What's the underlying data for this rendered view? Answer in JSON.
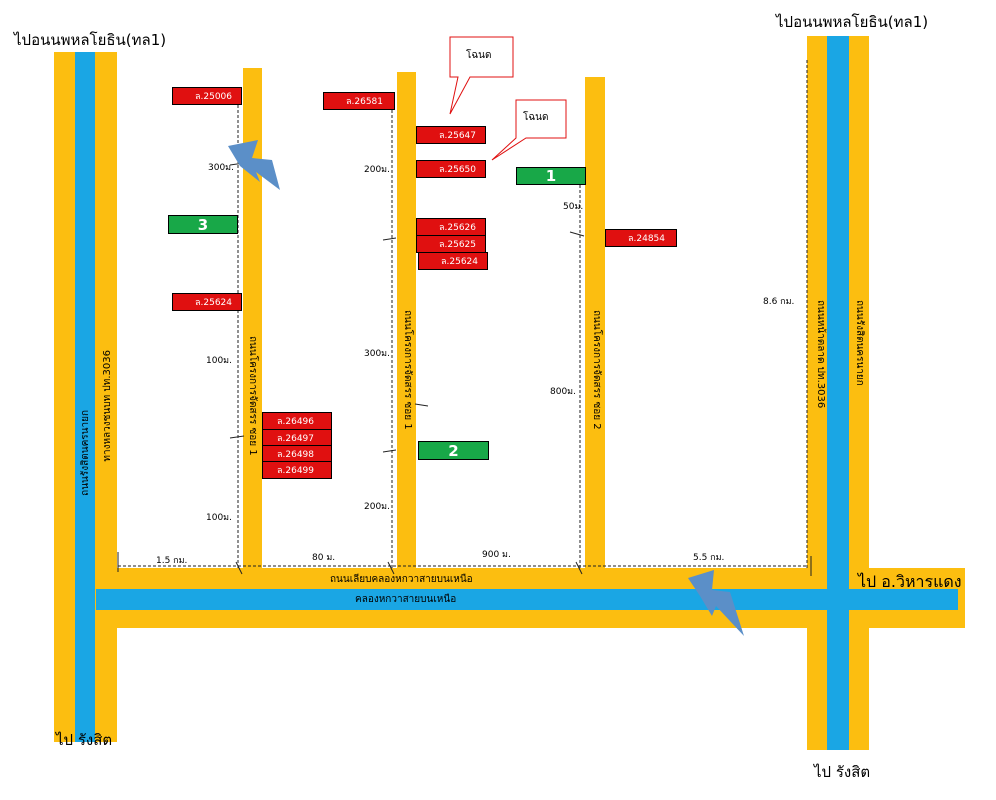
{
  "places": {
    "top_left": "ไปอนนพหลโยธิน(ทล1)",
    "top_right": "ไปอนนพหลโยธิน(ทล1)",
    "bottom_left": "ไป รังสิต",
    "bottom_right": "ไป รังสิต",
    "right_east": "ไป อ.วิหารแดง"
  },
  "roads": {
    "horizontal_road": "ถนนเลียบคลองหกวาสายบนเหนือ",
    "horizontal_canal": "คลองหกวาสายบนเหนือ",
    "left_road_1": "ถนนรังสิตนครนายก",
    "left_road_2": "ทางหลวงชนบท ปท.3036",
    "right_road_1": "ถนนรังสิตนครนายก",
    "right_road_2": "ถนนหน้าตลาด ปท.3036",
    "soi_1": "ถนนโครงการจัดสรร ซอย 1",
    "soi_2": "ถนนโครงการจัดสรร ซอย 1",
    "soi_3": "ถนนโครงการจัดสรร ซอย 2"
  },
  "parcels": [
    {
      "id": "ล.25006"
    },
    {
      "id": "ล.25624"
    },
    {
      "id": "ล.26496"
    },
    {
      "id": "ล.26497"
    },
    {
      "id": "ล.26498"
    },
    {
      "id": "ล.26499"
    },
    {
      "id": "ล.26581"
    },
    {
      "id": "ล.25647"
    },
    {
      "id": "ล.25650"
    },
    {
      "id": "ล.25626"
    },
    {
      "id": "ล.25625"
    },
    {
      "id": "ล.25624"
    },
    {
      "id": "ล.24854"
    }
  ],
  "markers": {
    "m1": "1",
    "m2": "2",
    "m3": "3"
  },
  "callouts": {
    "c1": "โฉนด",
    "c2": "โฉนด"
  },
  "distances": {
    "d_300_left": "300ม.",
    "d_100_left_a": "100ม.",
    "d_100_left_b": "100ม.",
    "d_200_mid_a": "200ม.",
    "d_300_mid": "300ม.",
    "d_200_mid_b": "200ม.",
    "d_50_right": "50ม.",
    "d_800_right": "800ม.",
    "d_86": "8.6 กม.",
    "d_15": "1.5 กม.",
    "d_80": "80 ม.",
    "d_900": "900 ม.",
    "d_55": "5.5 กม."
  },
  "colors": {
    "road": "#fcbe10",
    "canal": "#1aa6e4",
    "parcel": "#e01010",
    "marker": "#18a848",
    "lightning": "#5b8fc8"
  }
}
